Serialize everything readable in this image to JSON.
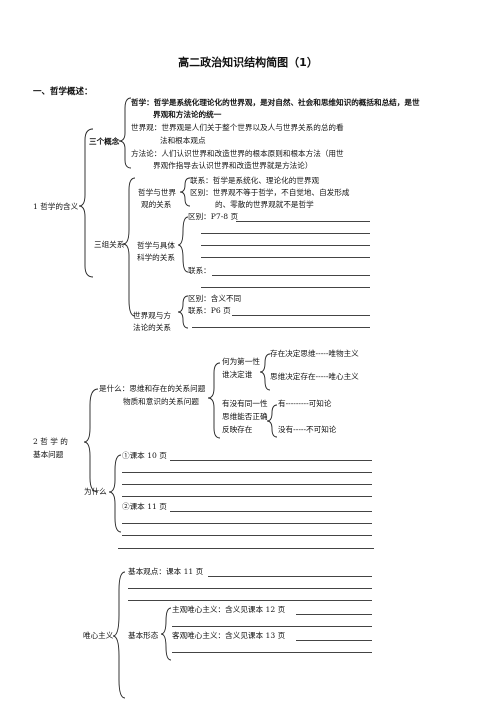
{
  "title": "高二政治知识结构简图（1）",
  "section1": "一、哲学概述：",
  "topic1": {
    "label": "1 哲学的含义",
    "three_concepts": {
      "label": "三个概念",
      "philosophy_1": "哲学：哲学是系统化理论化的世界观，是对自然、社会和思维知识的概括和总结，是世",
      "philosophy_2": "界观和方法论的统一",
      "worldview_1": "世界观：世界观是人们关于整个世界以及人与世界关系的总的看",
      "worldview_2": "法和根本观点",
      "methodology_1": "方法论：人们认识世界和改造世界的根本原则和根本方法（用世",
      "methodology_2": "界观作指导去认识世界和改造世界就是方法论）"
    },
    "three_relations": {
      "label": "三组关系",
      "phil_worldview": {
        "label_1": "哲学与世界",
        "label_2": "观的关系",
        "connection": "联系：哲学是系统化、理论化的世界观",
        "difference_1": "区别：世界观不等于哲学，不自觉地、自发形成",
        "difference_2": "的、零散的世界观就不是哲学"
      },
      "phil_science": {
        "label_1": "哲学与具体",
        "label_2": "科学的关系",
        "difference": "区别：P7-8 页",
        "connection": "联系："
      },
      "worldview_method": {
        "label_1": "世界观与方",
        "label_2": "法论的关系",
        "difference": "区别：含义不同",
        "connection": "联系：P6 页"
      }
    }
  },
  "topic2": {
    "label_1": "2 哲 学 的",
    "label_2": "基本问题",
    "what_1": "是什么：思维和存在的关系问题",
    "what_2": "物质和意识的关系问题",
    "which_first_1": "何为第一性",
    "which_first_2": "谁决定谁",
    "materialism": "存在决定思维-----唯物主义",
    "idealism": "思维决定存在-----唯心主义",
    "identity_1": "有没有同一性",
    "identity_2": "思维能否正确",
    "identity_3": "反映存在",
    "knowable": "有---------可知论",
    "agnostic": "没有-----不可知论",
    "why": "为什么",
    "reason1": "①课本 10 页",
    "reason2": "②课本 11 页"
  },
  "topic3": {
    "idealism_label": "唯心主义",
    "basic_view": "基本观点：课本 11 页",
    "basic_forms": "基本形态",
    "subjective": "主观唯心主义：含义见课本 12 页",
    "objective": "客观唯心主义：含义见课本 13 页"
  }
}
